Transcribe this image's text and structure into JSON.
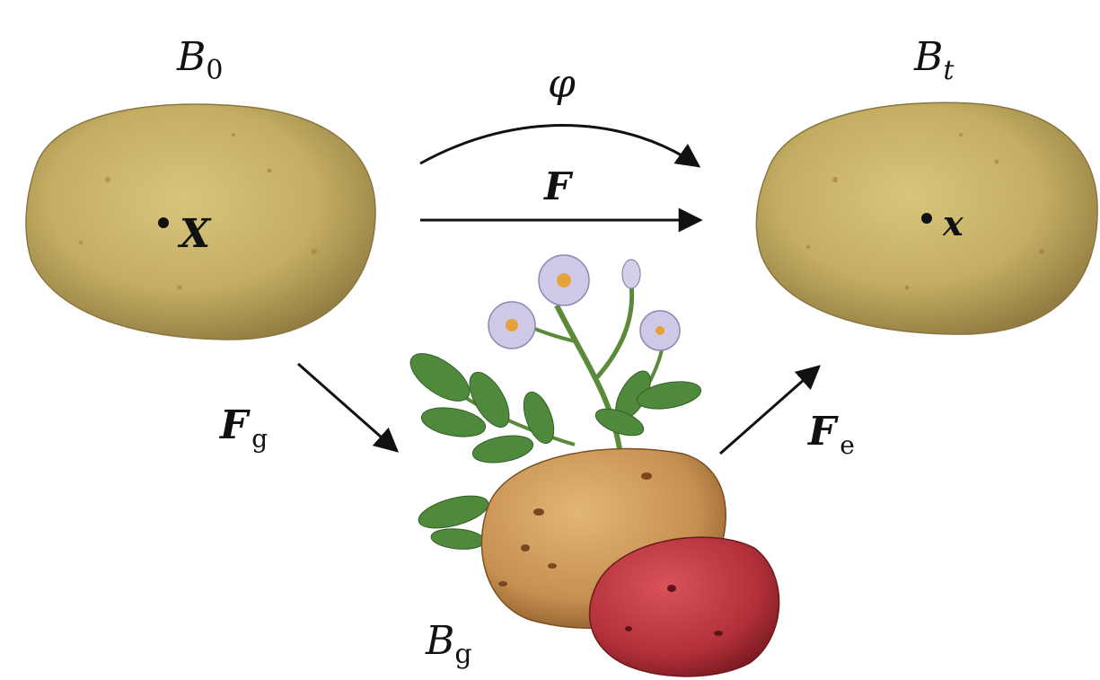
{
  "labels": {
    "reference_config": {
      "main": "B",
      "sub": "0"
    },
    "current_config": {
      "main": "B",
      "sub": "t"
    },
    "grown_config": {
      "main": "B",
      "sub": "g"
    },
    "point_reference": "X",
    "point_current": "x"
  },
  "arrows": {
    "deformation_map": "φ",
    "deformation_gradient": "F",
    "growth_tensor": {
      "main": "F",
      "sub": "g"
    },
    "elastic_tensor": {
      "main": "F",
      "sub": "e"
    }
  },
  "colors": {
    "potato_skin": "#c9b469",
    "potato_skin_dark": "#9c874a",
    "red_potato": "#b8343c",
    "brown_potato": "#c8975a",
    "leaf": "#4f8a3c",
    "flower": "#c9c3e0",
    "arrow": "#111111"
  }
}
